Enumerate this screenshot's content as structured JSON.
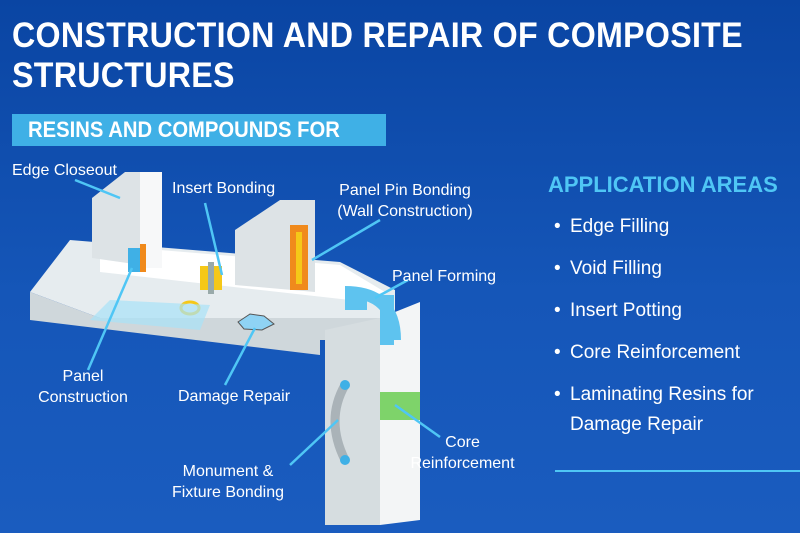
{
  "title": "CONSTRUCTION AND REPAIR OF COMPOSITE STRUCTURES",
  "banner": "RESINS AND COMPOUNDS FOR",
  "diagram_labels": {
    "edge_closeout": "Edge Closeout",
    "insert_bonding": "Insert Bonding",
    "panel_pin_bonding": "Panel Pin Bonding",
    "wall_construction": "(Wall Construction)",
    "panel_forming": "Panel Forming",
    "panel": "Panel",
    "construction": "Construction",
    "damage_repair": "Damage Repair",
    "core": "Core",
    "reinforcement": "Reinforcement",
    "monument": "Monument &",
    "fixture_bonding": "Fixture Bonding"
  },
  "application_areas": {
    "title": "APPLICATION AREAS",
    "items": [
      "Edge Filling",
      "Void Filling",
      "Insert Potting",
      "Core Reinforcement",
      "Laminating Resins for Damage Repair"
    ]
  },
  "colors": {
    "accent": "#4fc6f5",
    "banner": "#3fb0e6",
    "orange": "#f08a1c",
    "yellow": "#f5c818",
    "green": "#7ed36a"
  }
}
